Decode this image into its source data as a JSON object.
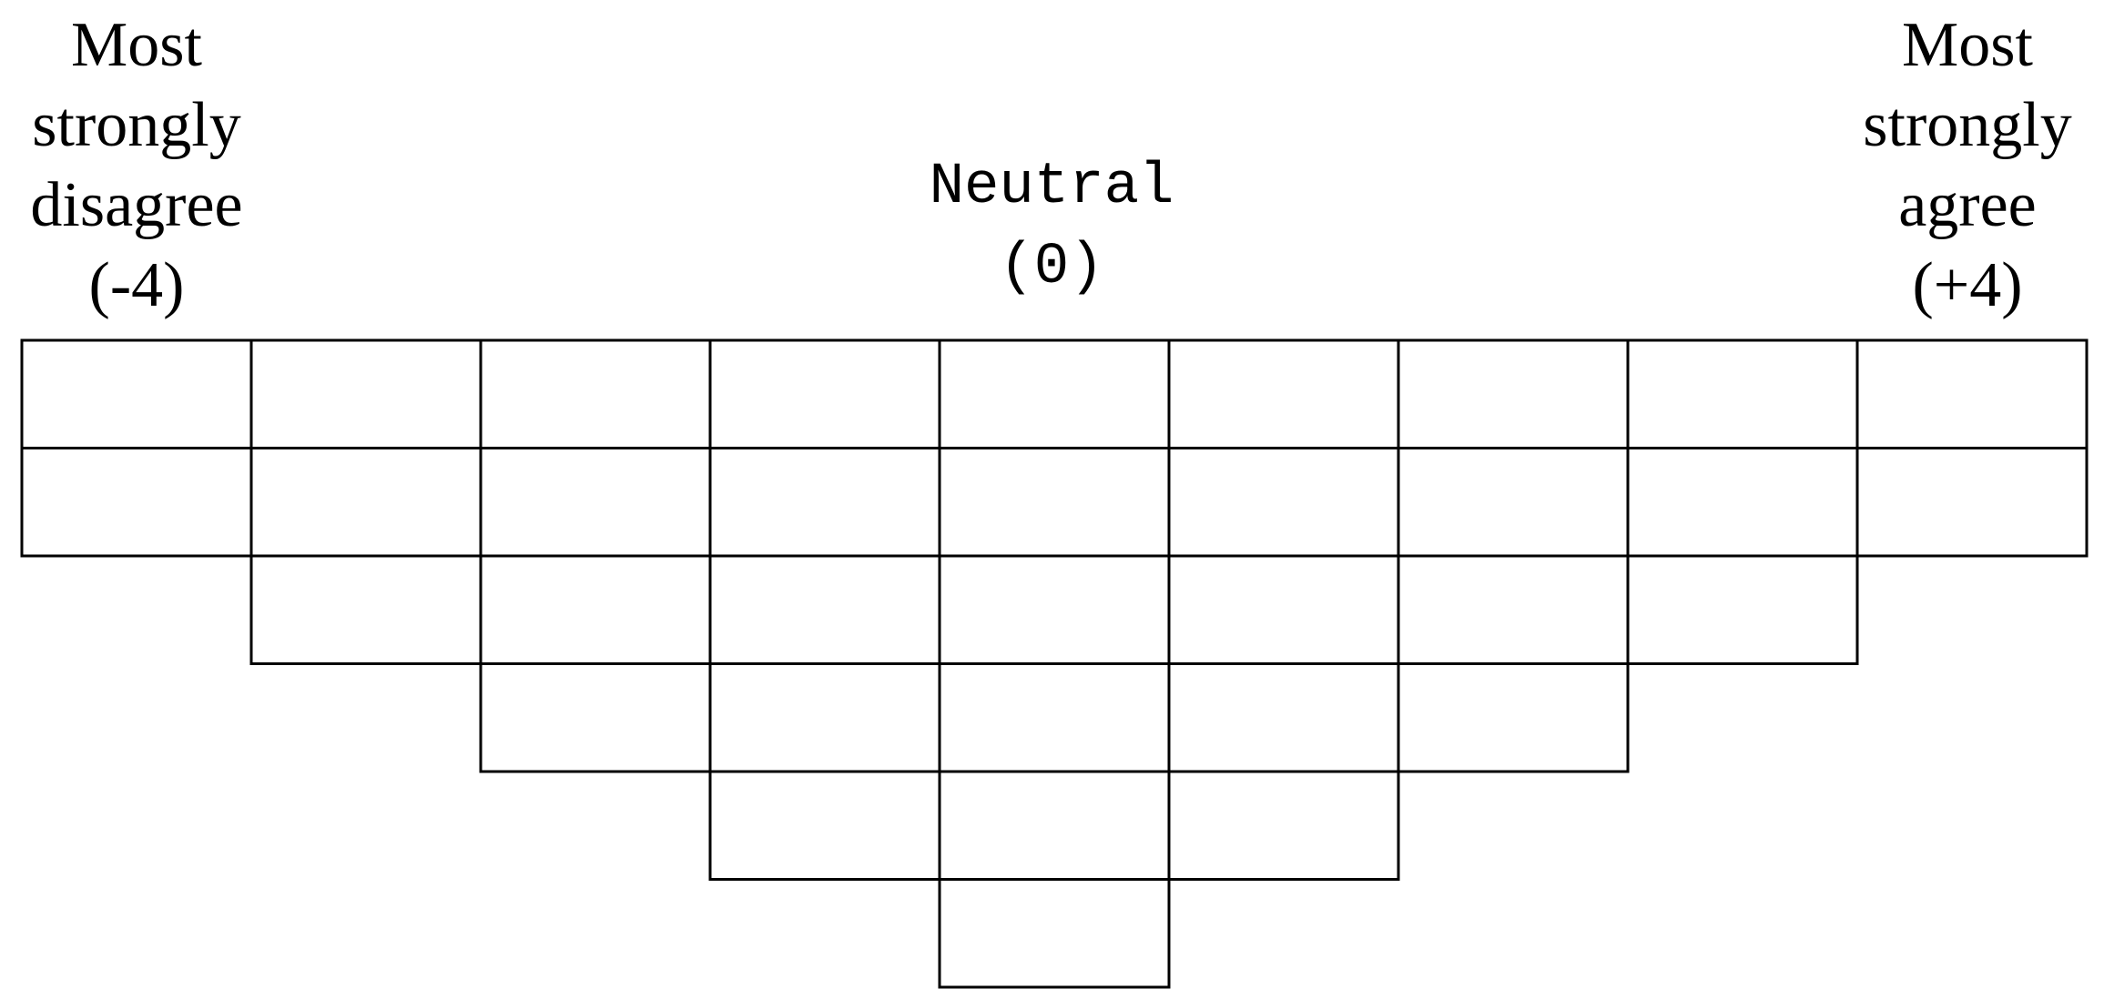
{
  "labels": {
    "left": [
      "Most",
      "strongly",
      "disagree",
      "(-4)"
    ],
    "center": [
      "Neutral",
      "(0)"
    ],
    "right": [
      "Most",
      "strongly",
      "agree",
      "(+4)"
    ]
  },
  "grid": {
    "columns": 9,
    "column_heights": [
      2,
      3,
      4,
      5,
      6,
      5,
      4,
      3,
      2
    ],
    "line_color": "#000000"
  }
}
